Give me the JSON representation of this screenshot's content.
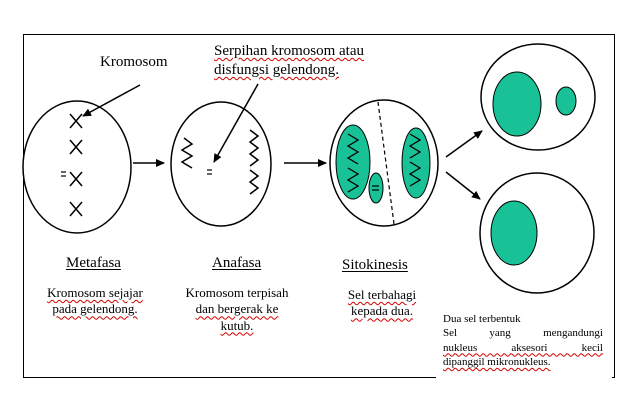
{
  "labels": {
    "kromosom": "Kromosom",
    "serpihan_line1": "Serpihan kromosom atau",
    "serpihan_line2": "disfungsi gelendong."
  },
  "stages": {
    "metafasa": {
      "title": "Metafasa",
      "desc_line1": "Kromosom sejajar",
      "desc_line2": "pada gelendong."
    },
    "anafasa": {
      "title": "Anafasa",
      "desc_line1": "Kromosom terpisah",
      "desc_line2": "dan bergerak ke",
      "desc_line3": "kutub."
    },
    "sitokinesis": {
      "title": "Sitokinesis",
      "desc_line1": "Sel terbahagi",
      "desc_line2": "kepada dua."
    }
  },
  "note": {
    "line1": "Dua sel terbentuk",
    "line2": "Sel yang mengandungi",
    "line3": "nukleus aksesori kecil",
    "line4": "dipanggil mikronukleus."
  },
  "colors": {
    "nucleus": "#18c196",
    "outline": "#000000",
    "squiggle": "#d40000"
  }
}
